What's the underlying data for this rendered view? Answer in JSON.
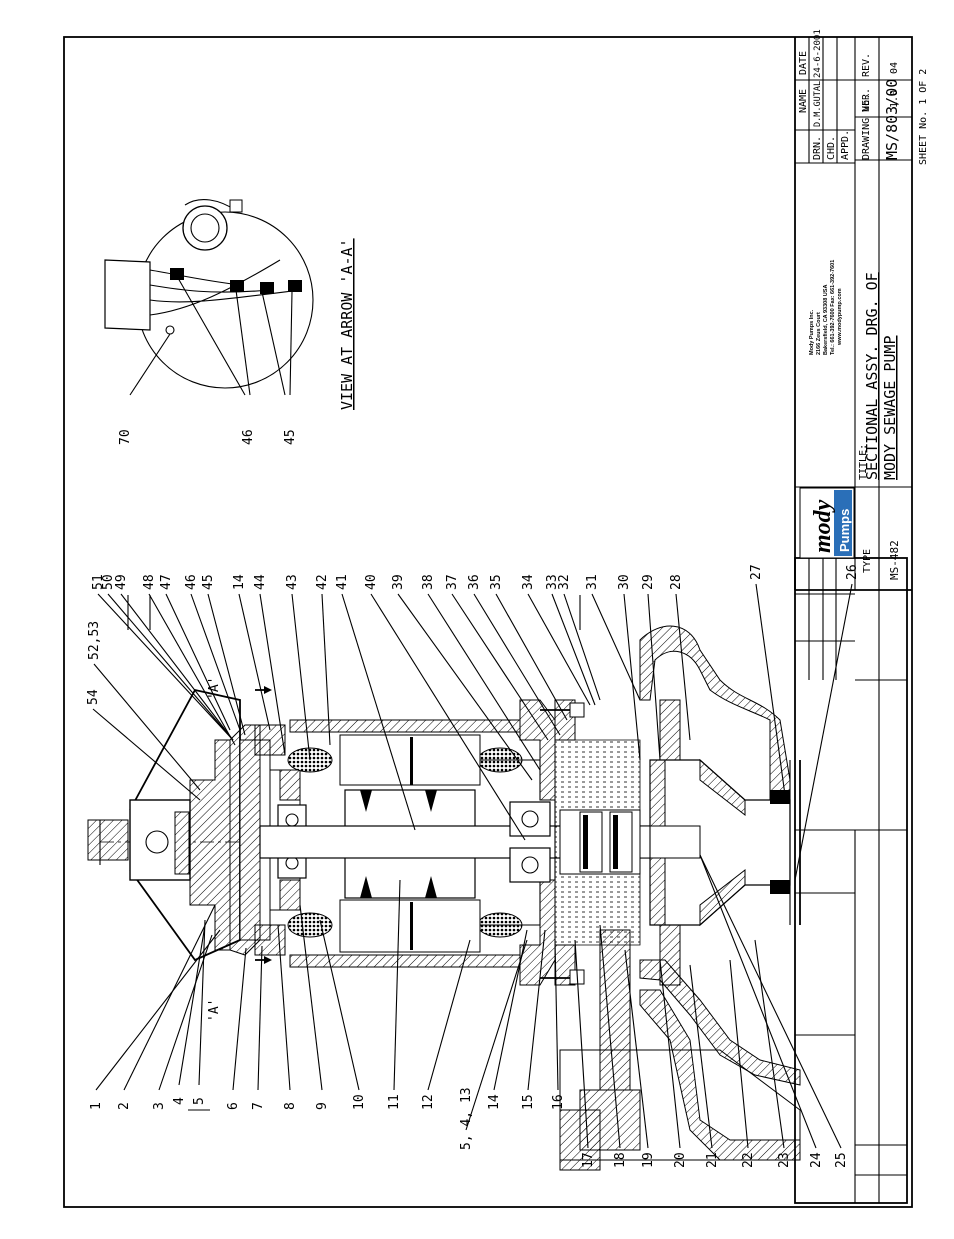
{
  "view_title": "VIEW AT ARROW 'A-A'",
  "section_marker": "'A'",
  "part_labels_left": [
    "1",
    "2",
    "3",
    "4",
    "5",
    "6",
    "7",
    "8",
    "9",
    "10",
    "11",
    "12",
    "5, 4, 13",
    "14",
    "15",
    "16",
    "17",
    "18",
    "19",
    "20",
    "21",
    "22",
    "23",
    "24",
    "25"
  ],
  "part_labels_right": [
    "54",
    "52,53",
    "51",
    "50",
    "49",
    "48",
    "47",
    "46",
    "45",
    "14",
    "44",
    "43",
    "42",
    "41",
    "40",
    "39",
    "38",
    "37",
    "36",
    "35",
    "34",
    "33",
    "32",
    "31",
    "30",
    "29",
    "28",
    "27",
    "26"
  ],
  "view_labels": [
    "70",
    "46",
    "45"
  ],
  "title_block": {
    "company": {
      "name": "Mody Pumps Inc.",
      "address1": "2166 Zeus Court",
      "address2": "Bakersfield, CA 93308  USA",
      "phone": "Tel.: 661-392-7600  Fax: 661-392-7601",
      "web": "www.modypump.com"
    },
    "logo_top": "mody",
    "logo_bottom": "Pumps",
    "type_label": "TYPE",
    "type_value": "MS-482",
    "title_label": "TITLE:",
    "title_line1": "SECTIONAL ASSY. DRG. OF",
    "title_line2": "MODY SEWAGE  PUMP",
    "name_header": "NAME",
    "date_header": "DATE",
    "rows": [
      {
        "role": "DRN.",
        "name": "D.M.GUTAL",
        "date": "24-6-2001"
      },
      {
        "role": "CHD.",
        "name": "",
        "date": ""
      },
      {
        "role": "APPD.",
        "name": "",
        "date": ""
      }
    ],
    "drawing_no_label": "DRAWING No.",
    "drawing_no": "MS/803/00",
    "ver_label": "VER.",
    "ver": "1.0",
    "rev_label": "REV.",
    "rev": "04",
    "sheet": "SHEET No. 1 OF 2"
  }
}
